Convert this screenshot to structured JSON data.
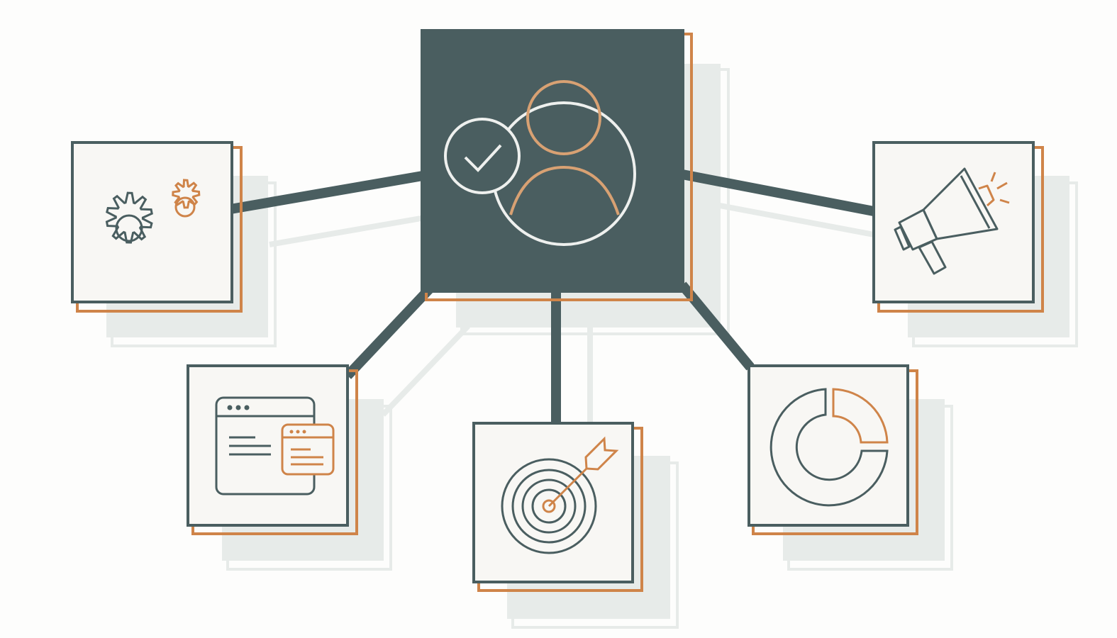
{
  "colors": {
    "background": "#fdfdfc",
    "slate": "#4a5e60",
    "orange": "#cf8449",
    "peach": "#d8a173",
    "shadow": "#e7ebe9",
    "tile_fill": "#f8f7f4",
    "icon_white": "#eef0ee"
  },
  "hub": {
    "icon": "user-check-icon"
  },
  "nodes": [
    {
      "id": "settings",
      "icon": "gears-icon"
    },
    {
      "id": "marketing",
      "icon": "megaphone-icon"
    },
    {
      "id": "web",
      "icon": "browser-windows-icon"
    },
    {
      "id": "goals",
      "icon": "target-arrow-icon"
    },
    {
      "id": "analytics",
      "icon": "donut-chart-icon"
    }
  ]
}
